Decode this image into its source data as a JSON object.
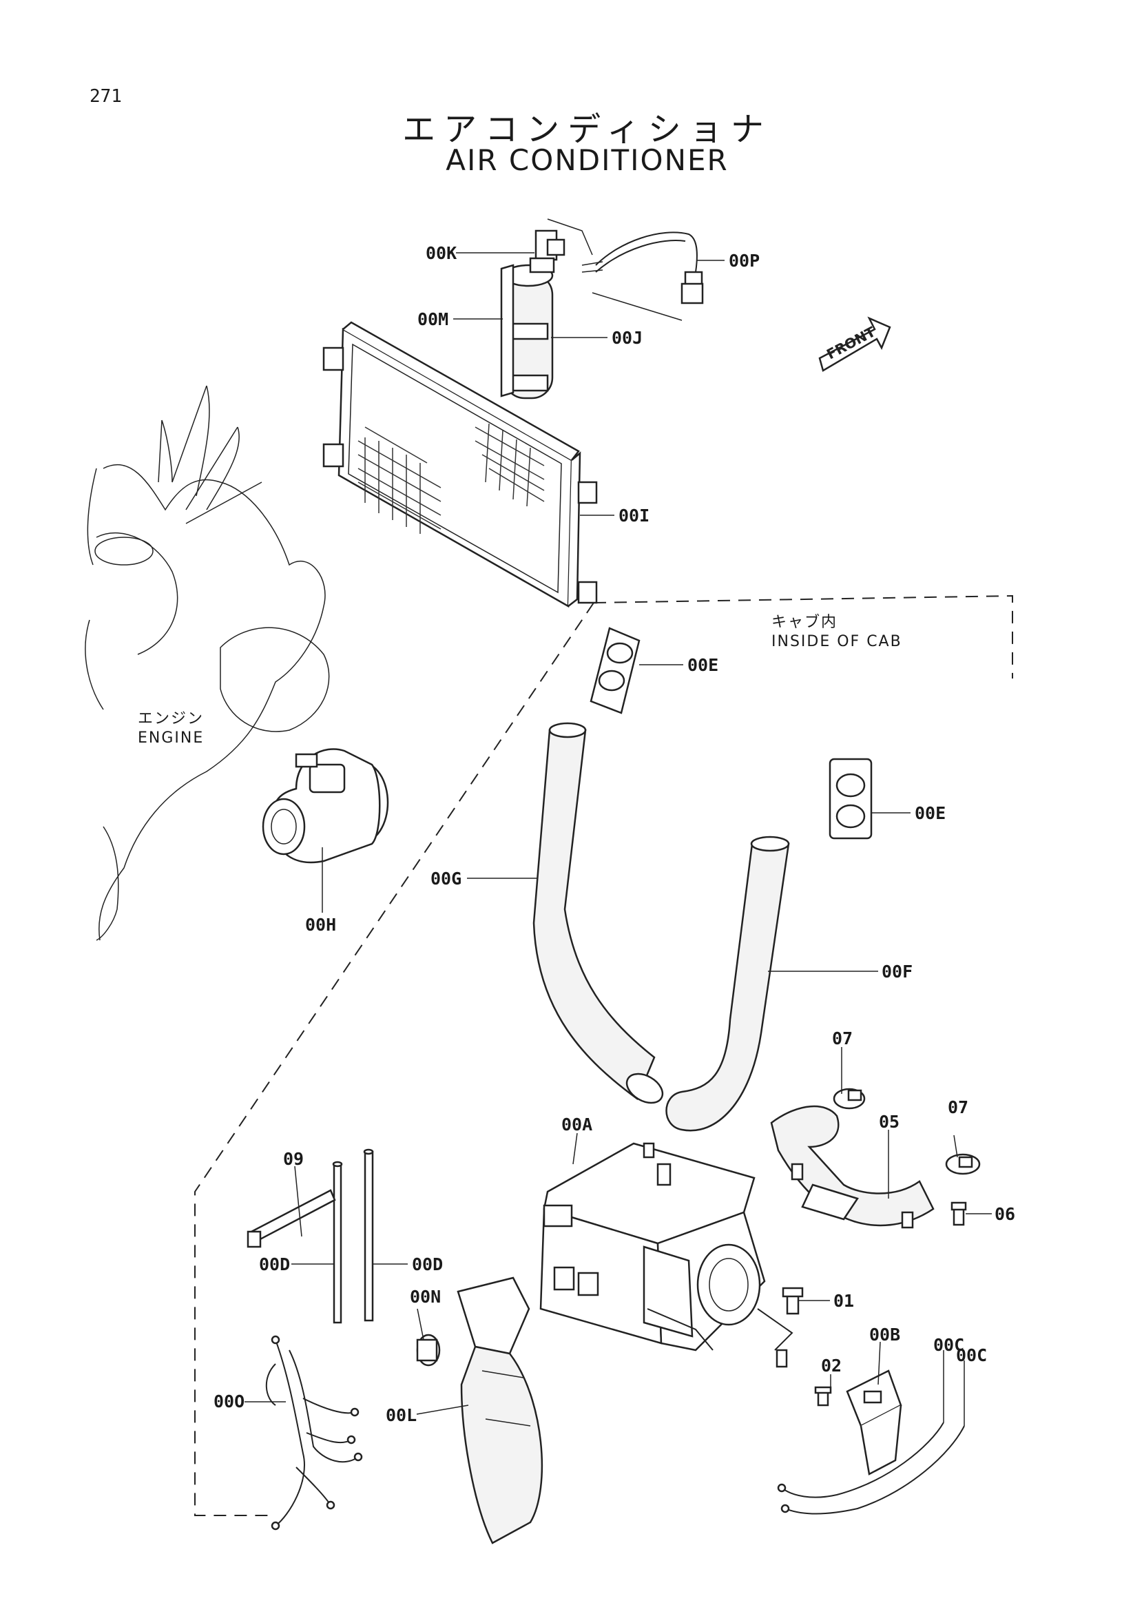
{
  "page_number": "271",
  "title_jp": "エアコンディショナ",
  "title_en": "AIR CONDITIONER",
  "front_label": "FRONT",
  "notes": {
    "inside_cab_jp": "キャブ内",
    "inside_cab_en": "INSIDE OF CAB",
    "engine_jp": "エンジン",
    "engine_en": "ENGINE"
  },
  "callouts": {
    "k": "00K",
    "p": "00P",
    "m": "00M",
    "j": "00J",
    "i": "00I",
    "e_upper": "00E",
    "e_right": "00E",
    "g": "00G",
    "f": "00F",
    "h": "00H",
    "q07_a": "07",
    "q07_b": "07",
    "q05": "05",
    "a": "00A",
    "q06": "06",
    "q09": "09",
    "d_left": "00D",
    "d_right": "00D",
    "n": "00N",
    "q01": "01",
    "b": "00B",
    "c_a": "00C",
    "c_b": "00C",
    "q02": "02",
    "o": "00O",
    "l": "00L"
  }
}
